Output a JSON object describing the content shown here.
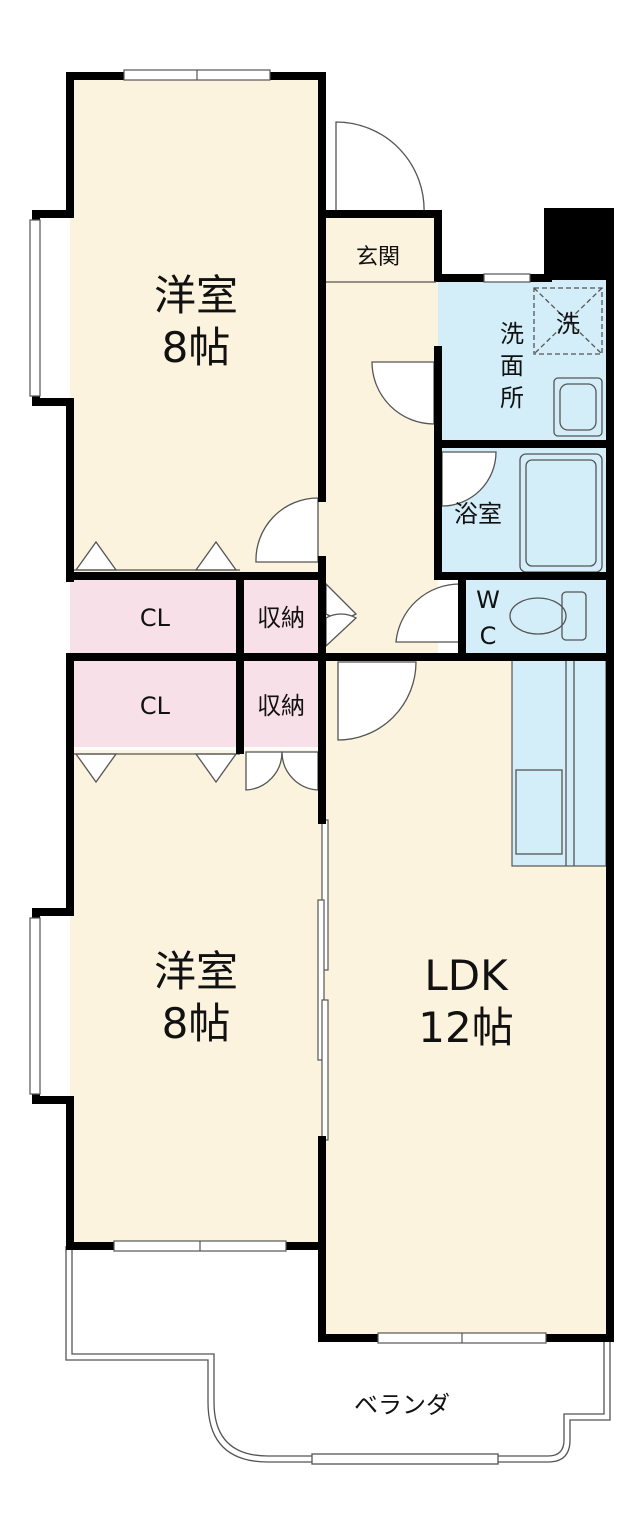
{
  "rooms": {
    "western_top": {
      "name": "洋室",
      "size": "8帖"
    },
    "western_bottom": {
      "name": "洋室",
      "size": "8帖"
    },
    "ldk": {
      "name": "LDK",
      "size": "12帖"
    },
    "entrance": "玄関",
    "washroom": [
      "洗",
      "面",
      "所"
    ],
    "washer": "洗",
    "bath": "浴室",
    "wc": [
      "W",
      "C"
    ],
    "closet_top": "CL",
    "closet_bottom": "CL",
    "storage_top": "収納",
    "storage_bottom": "収納",
    "veranda": "ベランダ"
  },
  "colors": {
    "room_fill": "#FCF3DF",
    "closet_fill": "#F8E0E8",
    "wet_fill": "#D3EEF8",
    "wall": "#000000"
  }
}
